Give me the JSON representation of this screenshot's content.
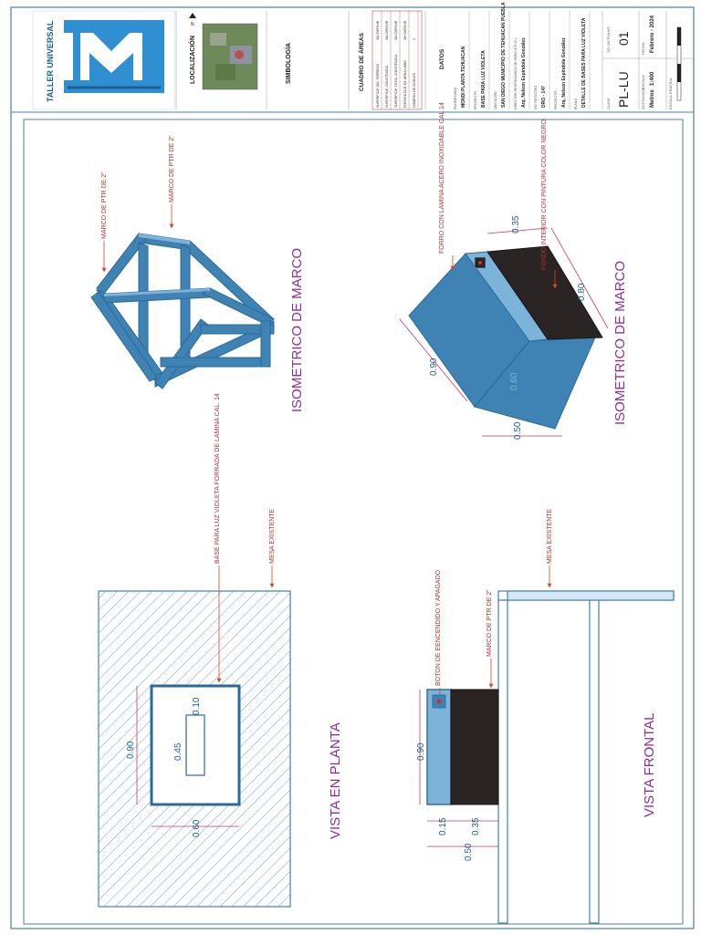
{
  "logo": {
    "brand": "TALLER UNIVERSAL"
  },
  "title_block": {
    "localizacion_label": "LOCALIZACIÓN",
    "simbologia_label": "SIMBOLOGÍA",
    "cuadro_label": "CUADRO DE ÁREAS",
    "areas": [
      {
        "label": "SUPERFICIE DEL TERRENO",
        "value": "SIN DEFINIR"
      },
      {
        "label": "SUPERFICIE CONSTRUIDA",
        "value": "SIN DEFINIR"
      },
      {
        "label": "SUPERFICIE TOTAL CONSTRUIDA",
        "value": "SIN DEFINIR"
      },
      {
        "label": "PORCENTAJE DE ÁREA LIBRE",
        "value": "SIN DEFINIR"
      },
      {
        "label": "NÚMERO DE NIVELES",
        "value": "1"
      }
    ],
    "datos_label": "DATOS",
    "fields": [
      {
        "label": "PROPIETARIO",
        "value": "MONDI PLANTA TEHUACAN"
      },
      {
        "label": "PROYECTO",
        "value": "BASE PARA LUZ VIOLETA"
      },
      {
        "label": "UBICACIÓN",
        "value": "SAN DIEGO MUNICIPIO DE TEHUACAN PUEBLA"
      },
      {
        "label": "DIRECTOR RESPONSABLE DE OBRA (D.R.O.)",
        "value": "Arq. Nelson Espíndola González"
      },
      {
        "label": "NO. REGISTRO",
        "value": "DRO - 147"
      },
      {
        "label": "PROYECTÓ",
        "value": "Arq. Nelson Espíndola González"
      },
      {
        "label": "PLANO",
        "value": "DETALLE DE BASES PARA LUZ VIOLETA"
      }
    ],
    "clave_label": "CLAVE",
    "clave_value": "PL-LU",
    "num_plano_label": "NO. DE PLANO",
    "num_plano_value": "01",
    "acotacion_label": "ACOTACIÓN",
    "acotacion_value": "Metros",
    "escala_label": "ESCALA",
    "escala_value": "1:400",
    "fecha_label": "FECHA",
    "fecha_value": "Febrero - 2024",
    "escala_grafica_label": "ESCALA GRÁFICA"
  },
  "drawing": {
    "iso_frame_title": "ISOMETRICO DE MARCO",
    "iso_frame_note_1": "MARCO DE PTR DE 2\"",
    "iso_frame_note_2": "MARCO DE PTR DE 2\"",
    "iso_box_title": "ISOMETRICO DE MARCO",
    "iso_box_note_1": "FORRO CON LAMINA ACERO INOXIDABLE CAL 14",
    "iso_box_note_2": "FONDO INTERIOR CON PINTURA COLOR NEGRO",
    "iso_box_dims": {
      "w": "0.35",
      "l": "0.80",
      "h": "0.90",
      "d": "0.60",
      "b": "0.50"
    },
    "plan_title": "VISTA EN PLANTA",
    "plan_note_1": "BASE PARA LUZ VIOLETA FORRADA DE LAMINA CAL. 14",
    "plan_note_2": "MESA EXISTENTE",
    "plan_dims": {
      "h": "0.90",
      "w": "0.60",
      "slot_len": "0.45",
      "slot_w": "0.10"
    },
    "front_title": "VISTA FRONTAL",
    "front_note_1": "BOTON DE EENCENDIDO Y APAGADO",
    "front_note_2": "MARCO DE PTR DE 2\"",
    "front_note_3": "MESA EXISTENTE",
    "front_dims": {
      "h": "0.90",
      "a": "0.15",
      "b": "0.35",
      "c": "0.50"
    }
  },
  "colors": {
    "steel": "#3f82b4",
    "steel_dark": "#2c6a99",
    "steel_light": "#7bb3d9",
    "black_paint": "#2a2424",
    "magenta": "#8e2f8f",
    "red": "#c8322e"
  }
}
